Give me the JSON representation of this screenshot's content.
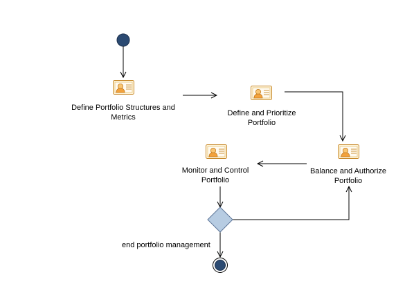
{
  "diagram": {
    "activities": [
      {
        "id": "define-structures",
        "line1": "Define Portfolio Structures and",
        "line2": "Metrics"
      },
      {
        "id": "define-prioritize",
        "line1": "Define and Prioritize",
        "line2": "Portfolio"
      },
      {
        "id": "balance-authorize",
        "line1": "Balance and Authorize",
        "line2": "Portfolio"
      },
      {
        "id": "monitor-control",
        "line1": "Monitor and Control",
        "line2": "Portfolio"
      }
    ],
    "guard_label": "end portfolio management",
    "icon": "user-task-icon",
    "colors": {
      "start_node": "#2b4a72",
      "decision_fill": "#b7cce2",
      "decision_stroke": "#5d7598",
      "icon_orange": "#f3a23c",
      "icon_card": "#fff6dd"
    }
  }
}
